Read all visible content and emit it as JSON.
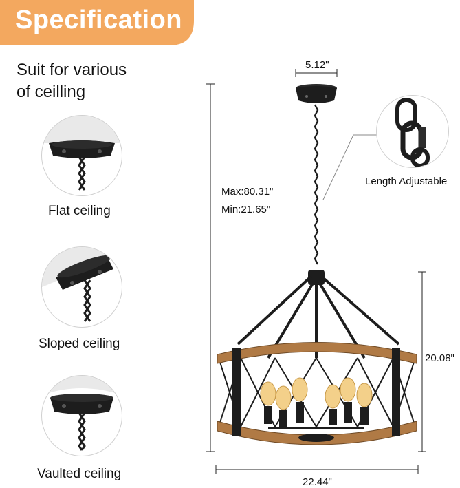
{
  "banner": {
    "title": "Specification",
    "color": "#f3a85f"
  },
  "headline": {
    "line1": "Suit for various",
    "line2": "of ceilling"
  },
  "mounts": [
    {
      "caption": "Flat ceiling",
      "icon": "flat-ceiling-canopy"
    },
    {
      "caption": "Sloped ceiling",
      "icon": "sloped-ceiling-canopy"
    },
    {
      "caption": "Vaulted ceiling",
      "icon": "vaulted-ceiling-canopy"
    }
  ],
  "dimensions": {
    "canopy_width": "5.12\"",
    "max_height": "Max:80.31\"",
    "min_height": "Min:21.65\"",
    "body_height": "20.08\"",
    "diameter": "22.44\""
  },
  "detail": {
    "label": "Length Adjustable",
    "icon": "carabiner-hook"
  },
  "colors": {
    "metal": "#1d1d1d",
    "wood": "#b07a45",
    "bulb": "#f3d08a"
  }
}
